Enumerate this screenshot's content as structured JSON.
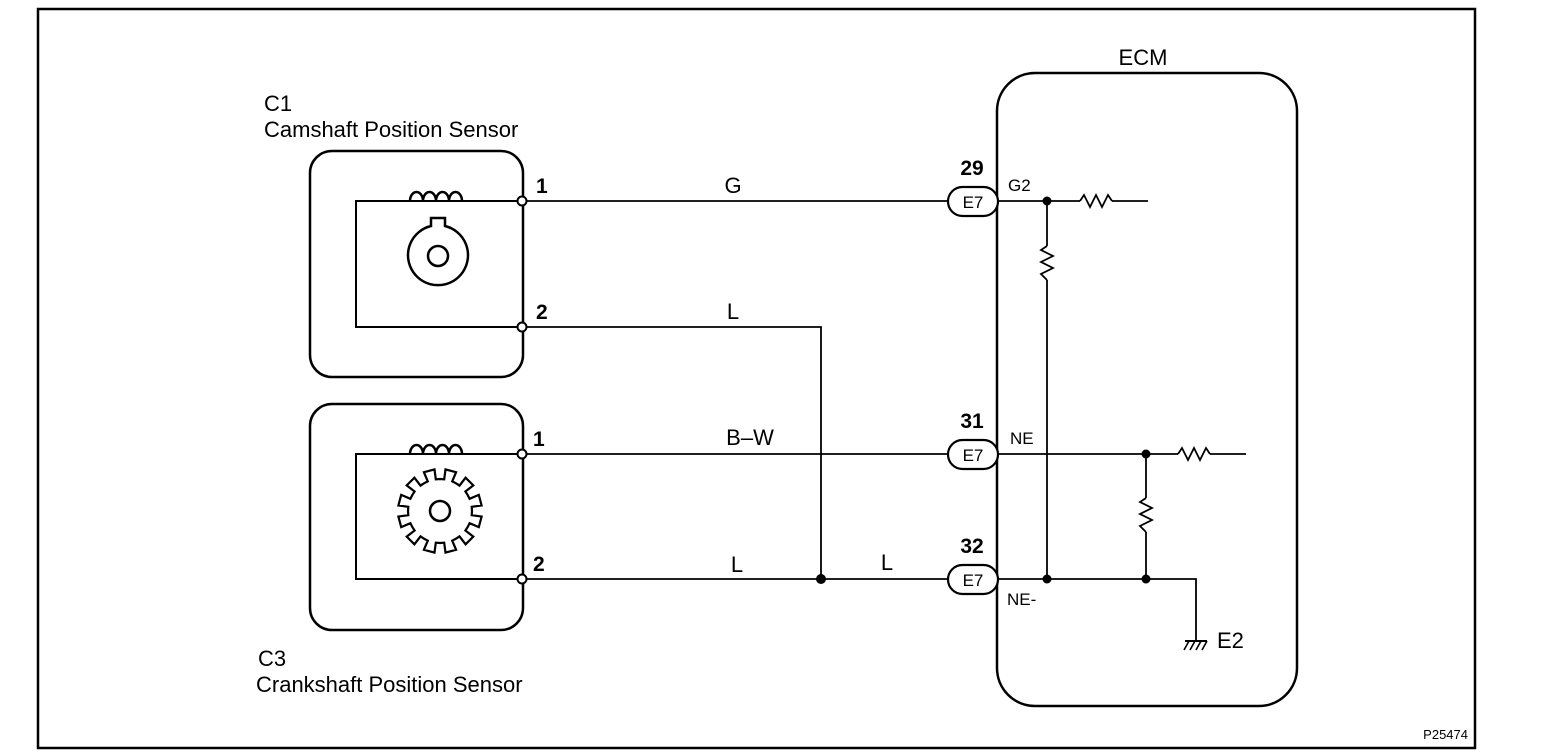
{
  "figure_id": "P25474",
  "ecm": {
    "title": "ECM"
  },
  "sensors": {
    "cam": {
      "code": "C1",
      "name": "Camshaft Position Sensor",
      "pin1": "1",
      "pin2": "2"
    },
    "crank": {
      "code": "C3",
      "name": "Crankshaft Position Sensor",
      "pin1": "1",
      "pin2": "2"
    }
  },
  "wires": {
    "cam_pin1": "G",
    "cam_pin2": "L",
    "crank_pin1": "B–W",
    "crank_pin2": "L",
    "junction_to_ecm": "L"
  },
  "ecm_terminals": [
    {
      "pin": "29",
      "connector": "E7",
      "signal": "G2"
    },
    {
      "pin": "31",
      "connector": "E7",
      "signal": "NE"
    },
    {
      "pin": "32",
      "connector": "E7",
      "signal": "NE-"
    }
  ],
  "ground": {
    "label": "E2"
  }
}
